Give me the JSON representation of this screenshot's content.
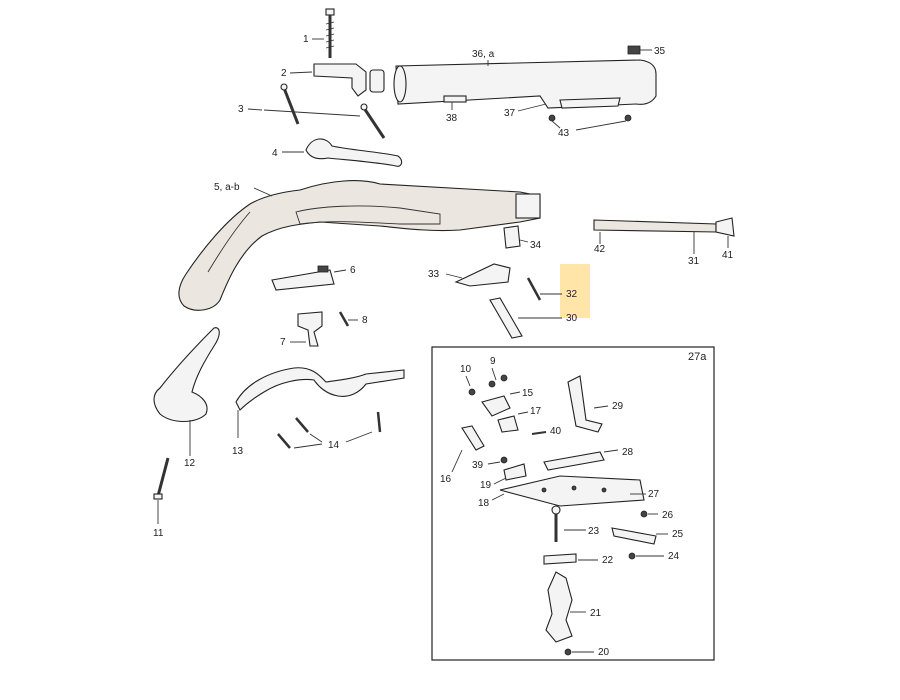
{
  "diagram": {
    "highlight_color": "#FFE5A8",
    "labels": {
      "l1": "1",
      "l2": "2",
      "l3": "3",
      "l4": "4",
      "l5": "5, a-b",
      "l6": "6",
      "l7": "7",
      "l8": "8",
      "l11": "11",
      "l12": "12",
      "l13": "13",
      "l14": "14",
      "l30": "30",
      "l31": "31",
      "l32": "32",
      "l33": "33",
      "l34": "34",
      "l35": "35",
      "l36": "36, a",
      "l37": "37",
      "l38": "38",
      "l41": "41",
      "l42": "42",
      "l43": "43"
    },
    "inset": {
      "title": "27a",
      "labels": {
        "l9": "9",
        "l10": "10",
        "l15": "15",
        "l16": "16",
        "l17": "17",
        "l18": "18",
        "l19": "19",
        "l20": "20",
        "l21": "21",
        "l22": "22",
        "l23": "23",
        "l24": "24",
        "l25": "25",
        "l26": "26",
        "l27": "27",
        "l28": "28",
        "l29": "29",
        "l39": "39",
        "l40": "40"
      }
    }
  }
}
